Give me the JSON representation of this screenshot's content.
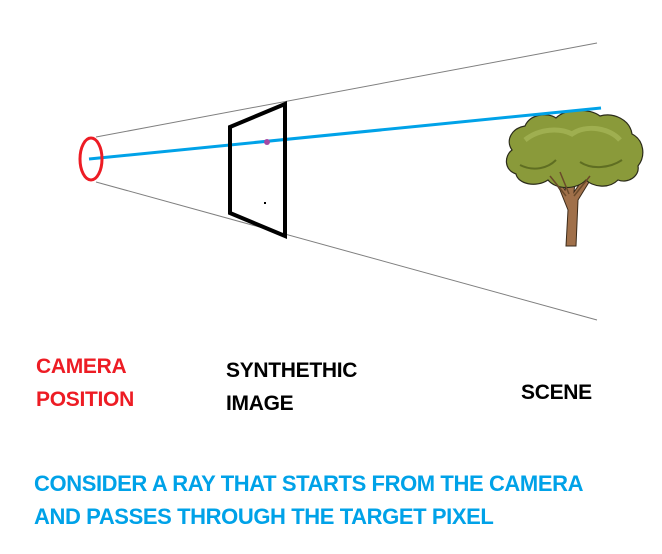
{
  "colors": {
    "camera": "#ed1c24",
    "ray": "#00a2e8",
    "frustum": "#7f7f7f",
    "image_plane": "#000000",
    "target_pixel": "#a349a4",
    "text_dark": "#000000",
    "caption": "#00a2e8",
    "foliage": "#8a9a3a",
    "trunk": "#a0704a"
  },
  "labels": {
    "camera": [
      "CAMERA",
      "POSITION"
    ],
    "image": [
      "SYNTHETHIC",
      "IMAGE"
    ],
    "scene": "SCENE"
  },
  "caption": [
    "CONSIDER A RAY THAT STARTS FROM THE CAMERA",
    "AND PASSES THROUGH THE TARGET PIXEL"
  ],
  "icons": {
    "camera": "camera-ellipse-icon",
    "image_plane": "image-plane-icon",
    "scene": "tree-icon"
  }
}
